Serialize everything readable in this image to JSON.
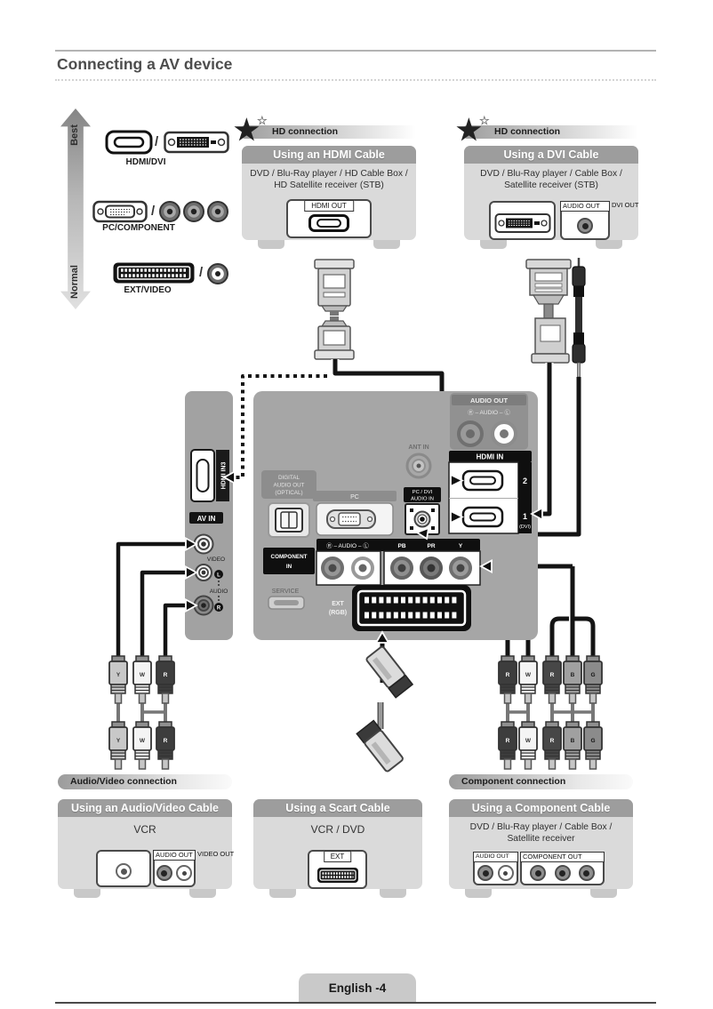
{
  "page": {
    "title": "Connecting a AV device",
    "footer": "English -4"
  },
  "quality": {
    "best": "Best",
    "normal": "Normal",
    "rows": [
      {
        "label": "HDMI/DVI"
      },
      {
        "label": "PC/COMPONENT"
      },
      {
        "label": "EXT/VIDEO"
      }
    ]
  },
  "hdmi_section": {
    "badge": "HD connection",
    "title": "Using an HDMI Cable",
    "devices": "DVD / Blu-Ray player / HD Cable Box / HD Satellite receiver (STB)",
    "port_label": "HDMI OUT"
  },
  "dvi_section": {
    "badge": "HD connection",
    "title": "Using a DVI Cable",
    "devices": "DVD / Blu-Ray player / Cable Box / Satellite receiver (STB)",
    "audio_out_label": "AUDIO OUT",
    "dvi_out_label": "DVI OUT"
  },
  "tv": {
    "side": {
      "hdmi3": "HDMI IN3",
      "av_in": "AV IN",
      "video": "VIDEO",
      "audio": "AUDIO",
      "l": "L",
      "r": "R"
    },
    "audio_out": {
      "title": "AUDIO OUT",
      "bar": "Ⓡ – AUDIO – Ⓛ"
    },
    "ant_in": "ANT IN",
    "hdmi_in": {
      "title": "HDMI IN",
      "port2": "2",
      "port1": "1",
      "port1_sub": "(DVI)"
    },
    "digital_audio": [
      "DIGITAL",
      "AUDIO OUT",
      "(OPTICAL)"
    ],
    "pc": "PC",
    "pc_dvi": [
      "PC / DVI",
      "AUDIO IN"
    ],
    "component_in": [
      "COMPONENT",
      "IN"
    ],
    "audio_bar": "Ⓡ – AUDIO – Ⓛ",
    "comp_labels": [
      "PB",
      "PR",
      "Y"
    ],
    "service": "SERVICE",
    "ext": [
      "EXT",
      "(RGB)"
    ]
  },
  "cables": {
    "av": [
      "Y",
      "W",
      "R"
    ],
    "comp_audio": [
      "R",
      "W"
    ],
    "component": [
      "R",
      "B",
      "G"
    ]
  },
  "av_section": {
    "header": "Audio/Video connection",
    "title": "Using an Audio/Video Cable",
    "device": "VCR",
    "audio_out_label": "AUDIO OUT",
    "video_out_label": "VIDEO OUT"
  },
  "scart_section": {
    "title": "Using a Scart Cable",
    "device": "VCR / DVD",
    "port_label": "EXT"
  },
  "component_section": {
    "header": "Component connection",
    "title": "Using a Component Cable",
    "devices": "DVD / Blu-Ray player / Cable Box / Satellite receiver",
    "audio_out_label": "AUDIO OUT",
    "component_out_label": "COMPONENT OUT"
  }
}
